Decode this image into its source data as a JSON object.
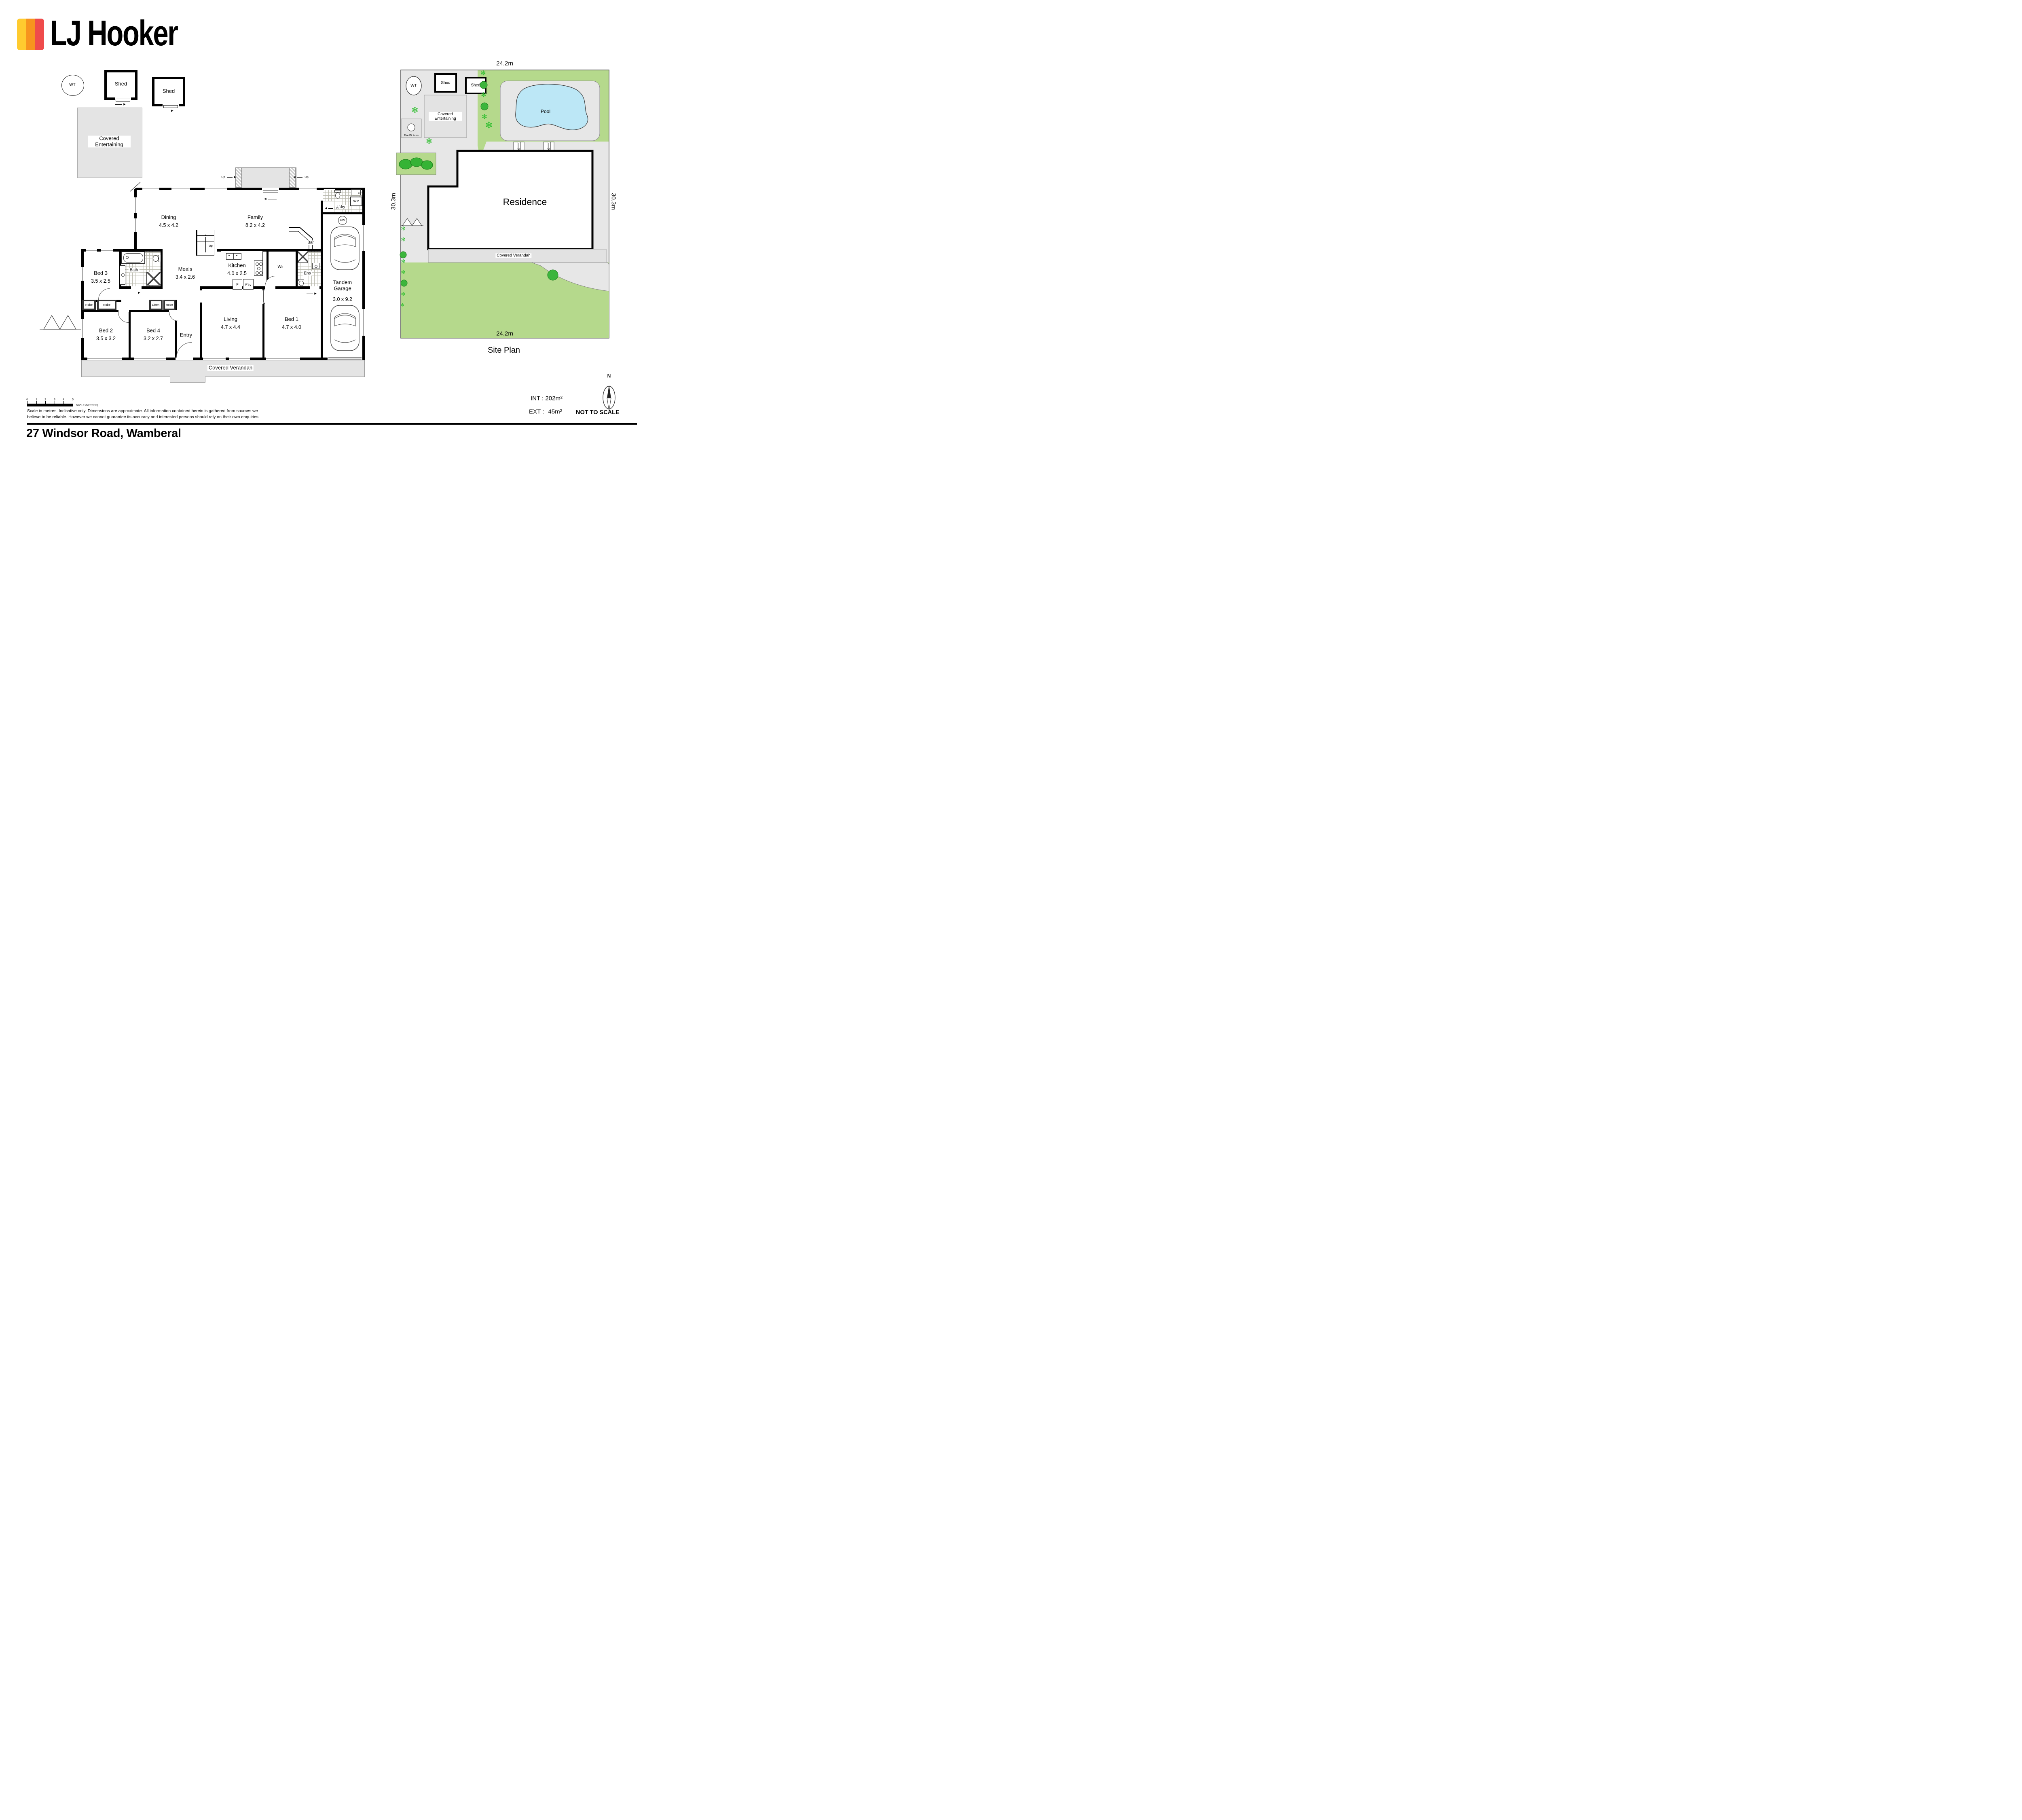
{
  "brand": {
    "name": "LJ Hooker",
    "stripe_colors": [
      "#FFCB2F",
      "#F7941E",
      "#EF4B4B"
    ]
  },
  "floorplan": {
    "rooms": {
      "dining": {
        "name": "Dining",
        "dims": "4.5 x 4.2"
      },
      "family": {
        "name": "Family",
        "dims": "8.2 x 4.2"
      },
      "meals": {
        "name": "Meals",
        "dims": "3.4 x 2.6"
      },
      "kitchen": {
        "name": "Kitchen",
        "dims": "4.0 x 2.5"
      },
      "living": {
        "name": "Living",
        "dims": "4.7 x 4.4"
      },
      "bed1": {
        "name": "Bed 1",
        "dims": "4.7 x 4.0"
      },
      "bed2": {
        "name": "Bed 2",
        "dims": "3.5 x 3.2"
      },
      "bed3": {
        "name": "Bed 3",
        "dims": "3.5 x 2.5"
      },
      "bed4": {
        "name": "Bed 4",
        "dims": "3.2 x 2.7"
      },
      "garage": {
        "name": "Tandem Garage",
        "dims": "3.0 x 9.2"
      }
    },
    "labels": {
      "bath": "Bath",
      "ens": "Ens",
      "wir": "Wir",
      "laundry": "L'dry",
      "bar": "Bar",
      "entry": "Entry",
      "covered_verandah": "Covered Verandah",
      "covered_entertaining": "Covered Entertaining",
      "shed": "Shed",
      "water_tank": "WT",
      "washing_machine": "WM",
      "hot_water": "HW",
      "fridge": "F",
      "pantry": "P'try",
      "robe": "Robe",
      "linen": "Linen",
      "up": "Up"
    }
  },
  "siteplan": {
    "labels": {
      "residence": "Residence",
      "pool": "Pool",
      "covered_entertaining": "Covered Entertaining",
      "fire_pit": "Fire Pit Area",
      "covered_verandah": "Covered Verandah",
      "shed": "Shed",
      "water_tank": "WT",
      "title": "Site Plan"
    },
    "dims": {
      "frontage": "24.2m",
      "depth": "30.3m"
    }
  },
  "footer": {
    "scale_ticks": [
      "0",
      "1",
      "2",
      "3",
      "4",
      "5"
    ],
    "scale_caption": "SCALE (METRES)",
    "disclaimer_line1": "Scale in metres. Indicative only. Dimensions are approximate. All information contained herein is gathered from sources we",
    "disclaimer_line2": "believe to be reliable. However we cannot guarantee its accuracy and interested persons should rely on their own enquiries",
    "address": "27 Windsor Road, Wamberal",
    "int_label": "INT :",
    "int_value": "202",
    "ext_label": "EXT :",
    "ext_value": "45",
    "area_unit": "m²",
    "not_to_scale": "NOT TO SCALE",
    "compass_north": "N"
  },
  "colors": {
    "lawn": "#B5D98C",
    "plant": "#2FBE2F",
    "pool": "#BCE7F6",
    "paving": "#E7E7E7",
    "wall": "#000000"
  },
  "icons": {
    "plant": "✻",
    "arrow_right": "►",
    "arrow_left": "◄",
    "arrow_up": "▲"
  }
}
